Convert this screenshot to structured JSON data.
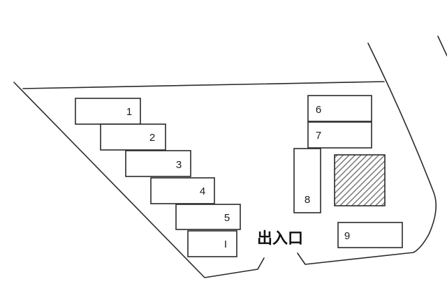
{
  "entrance": {
    "label": "出入口"
  },
  "spaces": [
    {
      "id": "1",
      "label": "1"
    },
    {
      "id": "2",
      "label": "2"
    },
    {
      "id": "3",
      "label": "3"
    },
    {
      "id": "4",
      "label": "4"
    },
    {
      "id": "5",
      "label": "5"
    },
    {
      "id": "I",
      "label": "I"
    },
    {
      "id": "6",
      "label": "6"
    },
    {
      "id": "7",
      "label": "7"
    },
    {
      "id": "8",
      "label": "8"
    },
    {
      "id": "9",
      "label": "9"
    }
  ],
  "colors": {
    "line": "#2a2a2a",
    "text": "#1a1a1a",
    "hatch": "#8a8a8a"
  },
  "icons": {
    "hatched_block": "hatched-structure-icon"
  }
}
